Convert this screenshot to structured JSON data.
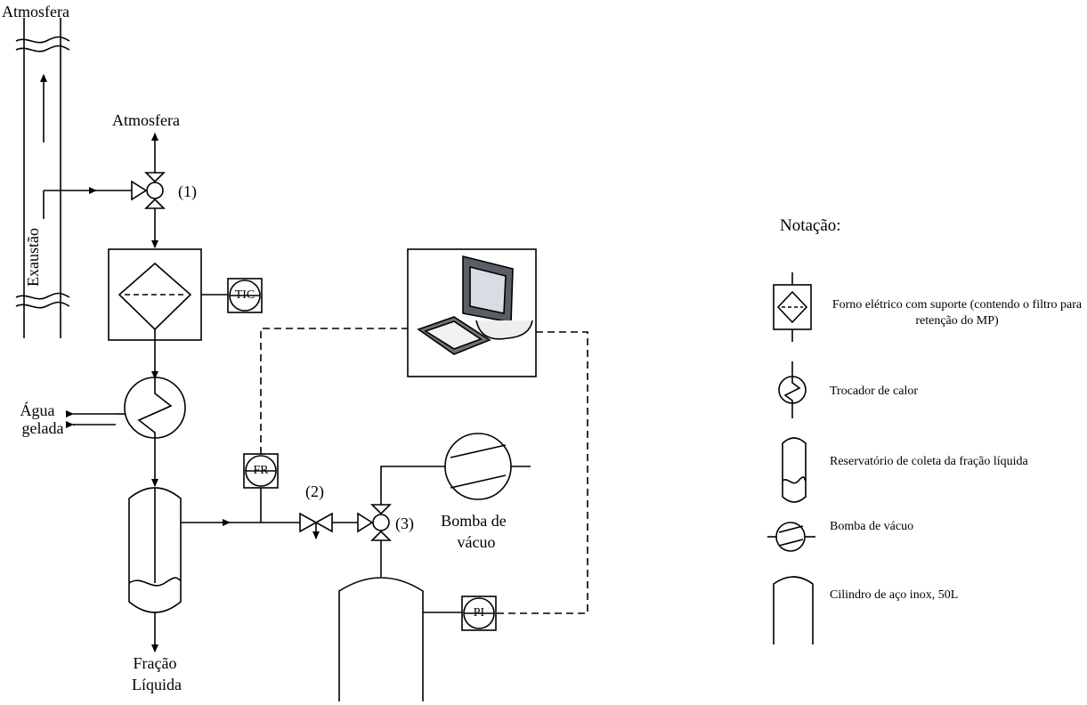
{
  "labels": {
    "atmosphere_top": "Atmosfera",
    "atmosphere_valve": "Atmosfera",
    "exhaust": "Exaustão",
    "valve1": "(1)",
    "valve2": "(2)",
    "valve3": "(3)",
    "chilled_water_line1": "Água",
    "chilled_water_line2": "gelada",
    "liquid_fraction_line1": "Fração",
    "liquid_fraction_line2": "Líquida",
    "vacuum_pump_line1": "Bomba de",
    "vacuum_pump_line2": "vácuo",
    "tic": "TIC",
    "fr": "FR",
    "pi": "PI"
  },
  "legend": {
    "title": "Notação:",
    "items": [
      {
        "icon": "furnace-icon",
        "text": "Forno elétrico com suporte (contendo o filtro para retenção do MP)"
      },
      {
        "icon": "heat-exchanger-icon",
        "text": "Trocador de calor"
      },
      {
        "icon": "reservoir-icon",
        "text": "Reservatório de coleta da fração líquida"
      },
      {
        "icon": "vacuum-pump-icon",
        "text": "Bomba de vácuo"
      },
      {
        "icon": "cylinder-icon",
        "text": "Cilindro de aço inox, 50L"
      }
    ]
  }
}
